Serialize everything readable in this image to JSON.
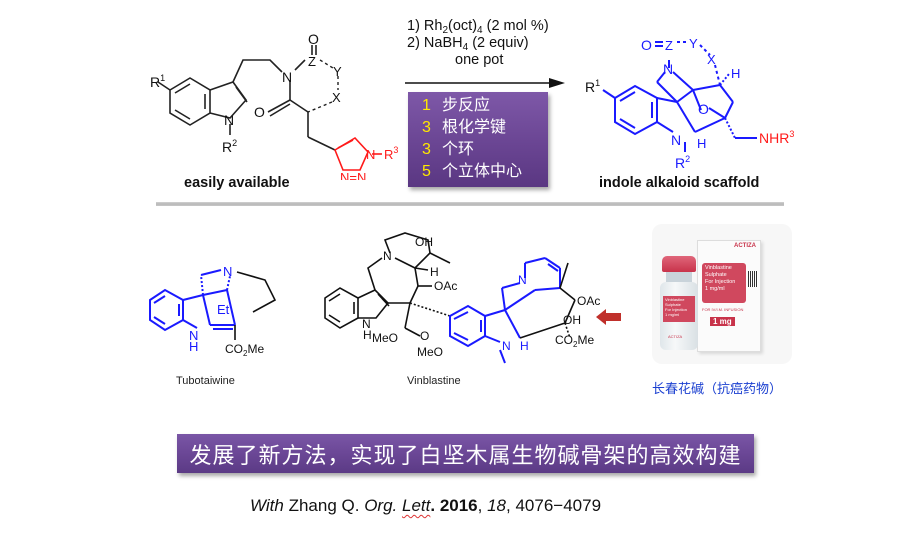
{
  "top_scheme": {
    "conditions": {
      "step1_prefix": "1) Rh",
      "step1_sub1": "2",
      "step1_mid": "(oct)",
      "step1_sub2": "4",
      "step1_suffix": " (2 mol %)",
      "step2_prefix": "2) NaBH",
      "step2_sub": "4",
      "step2_suffix": " (2 equiv)",
      "one_pot": "one pot"
    },
    "starting_material": {
      "caption": "easily available",
      "labels": {
        "R1": "R",
        "R1_sup": "1",
        "R2": "R",
        "R2_sup": "2",
        "R3": "R",
        "R3_sup": "3",
        "N": "N",
        "O": "O",
        "Z": "Z",
        "Y": "Y",
        "X": "X"
      }
    },
    "product": {
      "caption": "indole alkaloid scaffold",
      "labels": {
        "R1": "R",
        "R1_sup": "1",
        "R2": "R",
        "R2_sup": "2",
        "NHR3": "NHR",
        "NHR3_sup": "3",
        "N": "N",
        "O": "O",
        "Z": "Z",
        "Y": "Y",
        "X": "X",
        "H": "H"
      }
    },
    "highlights": [
      {
        "num": "1",
        "text": "步反应"
      },
      {
        "num": "3",
        "text": "根化学键"
      },
      {
        "num": "3",
        "text": "个环"
      },
      {
        "num": "5",
        "text": "个立体中心"
      }
    ]
  },
  "bottom_examples": {
    "tubotaiwine": {
      "caption": "Tubotaiwine",
      "labels": {
        "N": "N",
        "H": "H",
        "Et": "Et",
        "CO2Me": "CO",
        "CO2Me_sub": "2",
        "CO2Me_tail": "Me"
      }
    },
    "vinblastine": {
      "caption": "Vinblastine",
      "labels": {
        "OH": "OH",
        "N": "N",
        "H": "H",
        "OAc": "OAc",
        "MeO": "MeO",
        "O": "O",
        "CO2Me": "CO",
        "CO2Me_sub": "2",
        "CO2Me_tail": "Me"
      }
    },
    "drug_photo": {
      "caption": "长春花碱（抗癌药物）",
      "box_brand": "ACTIZA",
      "box_label_lines": [
        "Vinblastine",
        "Sulphate",
        "For Injection",
        "1 mg/ml"
      ],
      "box_dose": "1 mg",
      "box_route": "FOR IV/I.M. INFUSION",
      "vial_label_lines": [
        "Vinblastine",
        "Sulphate",
        "For Injection",
        "1 mg/ml"
      ],
      "vial_brand": "ACTIZA"
    }
  },
  "summary_banner": "发展了新方法，实现了白坚木属生物碱骨架的高效构建",
  "citation": {
    "with": "With",
    "author": " Zhang Q.  ",
    "journal_part1": "Org. ",
    "journal_part2": "Lett",
    "journal_dot": ".",
    "year": "2016",
    "comma1": ", ",
    "volume": "18",
    "pages": ", 4076−4079"
  },
  "colors": {
    "purple": "#6b4796",
    "highlight_number": "#ffe800",
    "blue": "#1a1aff",
    "red": "#ff1a1a",
    "arrow_red": "#c0302b"
  }
}
